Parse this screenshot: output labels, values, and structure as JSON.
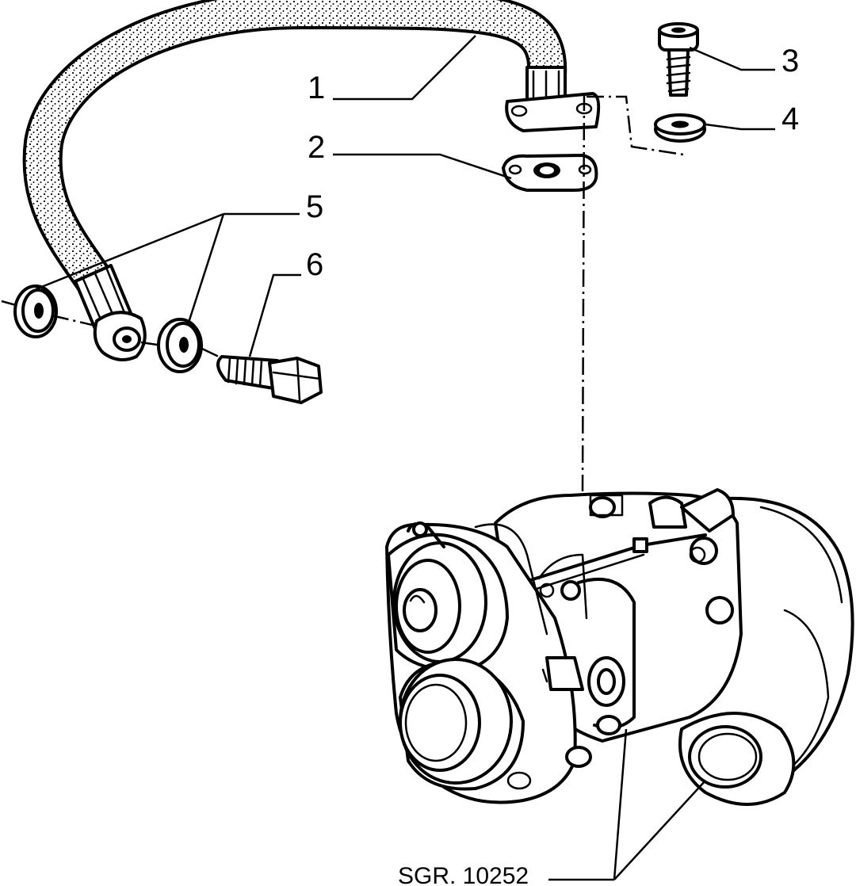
{
  "callouts": [
    "1",
    "2",
    "3",
    "4",
    "5",
    "6"
  ],
  "reference_code": "SGR. 10252"
}
